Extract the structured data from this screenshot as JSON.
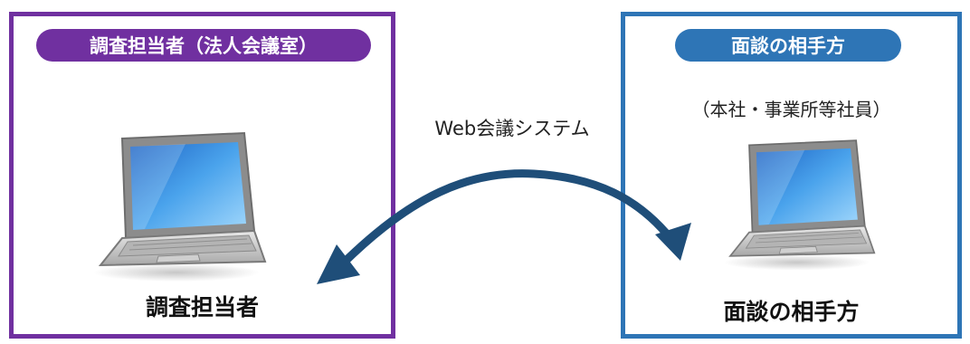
{
  "left_panel": {
    "title": "調査担当者（法人会議室）",
    "caption": "調査担当者"
  },
  "right_panel": {
    "title": "面談の相手方",
    "subtitle": "（本社・事業所等社員）",
    "caption": "面談の相手方"
  },
  "connection_label": "Web会議システム",
  "colors": {
    "left_accent": "#7030a0",
    "right_accent": "#2e75b6",
    "arrow": "#1f4e79"
  },
  "icons": [
    "laptop-icon",
    "laptop-icon",
    "double-arrow"
  ]
}
